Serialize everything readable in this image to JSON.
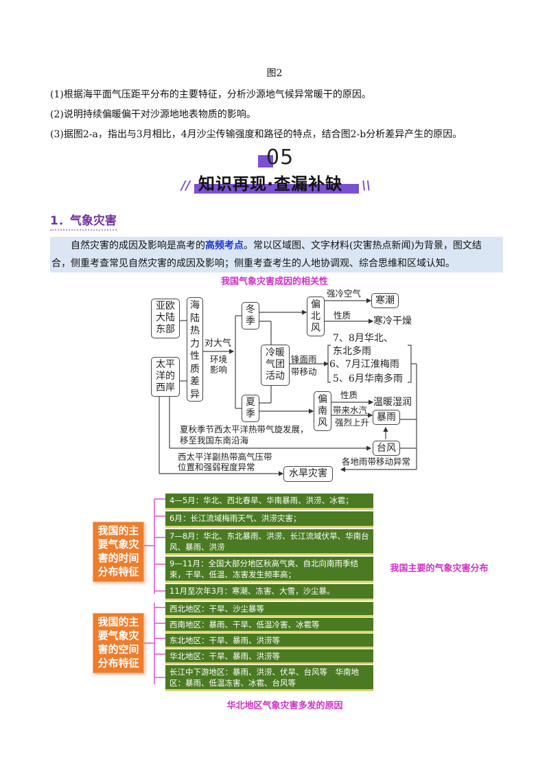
{
  "figure_caption": "图2",
  "questions": [
    "(1)根据海平面气压距平分布的主要特征，分析沙源地气候异常暖干的原因。",
    "(2)说明持续偏暖偏干对沙源地地表物质的影响。",
    "(3)据图2-a，指出与3月相比，4月沙尘传输强度和路径的特点，结合图2-b分析差异产生的原因。"
  ],
  "section_banner": {
    "number": "05",
    "title": "知识再现·查漏补缺",
    "accent_color": "#7b4fd1"
  },
  "heading": "1．气象灾害",
  "intro": {
    "before": "自然灾害的成因及影响是高考的",
    "highlight": "高频考点",
    "after_line1": "。常以区域图、文字材料(灾害热点新闻)为背景，图文结",
    "line2": "合，侧重考查常见自然灾害的成因及影响；侧重考查考生的人地协调观、综合思维和区域认知。"
  },
  "flowchart": {
    "title": "我国气象灾害成因的相关性",
    "boxes": {
      "eurasia": "亚欧大陆东部",
      "pacific": "太平洋的西岸",
      "thermal": "海陆热力性质差异",
      "winter": "冬季",
      "summer": "夏季",
      "airmass": "冷暖气团活动",
      "north_wind": "偏北风",
      "south_wind": "偏南风",
      "cold_wave": "寒潮",
      "rainstorm": "暴雨",
      "typhoon": "台风",
      "flood_drought": "水旱灾害"
    },
    "labels": {
      "atmos_1": "对大气",
      "atmos_2": "环境",
      "atmos_3": "影响",
      "strong_cold": "强冷空气",
      "nature_n": "性质",
      "cold_dry": "寒冷干燥",
      "front_1": "锋面雨",
      "front_2": "带移动",
      "rain_78": "7、8月华北、",
      "rain_78b": "东北多雨",
      "rain_67": "6、7月江淮梅雨",
      "rain_56": "5、6月华南多雨",
      "nature_s": "性质",
      "warm_wet": "温暖湿润",
      "vapor": "带来水汽",
      "rise": "强烈上升",
      "typhoon_note_1": "夏秋季节西太平洋热带气旋发展，",
      "typhoon_note_2": "移至我国东南沿海",
      "subtropical_1": "西太平洋副热带高气压带",
      "subtropical_2": "位置和强弱程度异常",
      "rainbelt": "各地雨带移动异常"
    }
  },
  "distribution": {
    "title": "我国主要的气象灾害分布",
    "temporal": {
      "tag": "我国的主要气象灾害的时间分布特征",
      "tag_lines": [
        "我国的主",
        "要气象灾",
        "害的时间",
        "分布特征"
      ],
      "rows": [
        "4—5月：华北、西北春旱、华南暴雨、洪涝、冰雹；",
        "6月：长江流域梅雨天气、洪涝灾害；",
        "7—8月：华北、东北暴雨、洪涝、长江流域伏旱、华南台风、暴雨、洪涝",
        "9—11月：全国大部分地区秋高气爽、自北向南雨季结束，干旱、低温、冻害发生频率高；",
        "11月至次年3月：寒潮、冻害、大雪，沙尘暴。"
      ]
    },
    "spatial": {
      "tag": "我国的主要气象灾害的空间分布特征",
      "tag_lines": [
        "我国的主",
        "要气象灾",
        "害的空间",
        "分布特征"
      ],
      "rows": [
        "西北地区：干旱、沙尘暴等",
        "西南地区：暴雨、干旱、低温冷害、冰雹等",
        "东北地区：干旱、暴雨、洪涝等",
        "华北地区：干旱、暴雨、洪涝等",
        "长江中下游地区：暴雨、洪涝、伏旱、台风等　华南地区：暴雨、低温冻害、冰雹、台风等"
      ]
    },
    "colors": {
      "tag": "#ee7d2c",
      "row": "#4a7a22",
      "connector": "#e04fcf",
      "title": "#d02ec8"
    }
  },
  "bottom_title": "华北地区气象灾害多发的原因"
}
